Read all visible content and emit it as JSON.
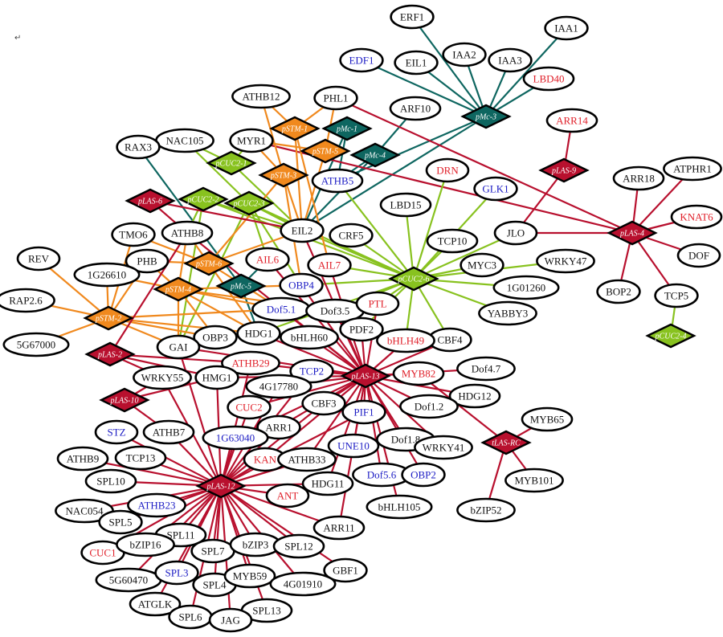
{
  "corner_mark": "↵",
  "colors": {
    "orange": "#f0891e",
    "teal": "#0e6660",
    "green": "#88c21f",
    "red": "#b8102e",
    "text_black": "#111111",
    "text_red": "#e0202a",
    "text_blue": "#1c1cc4"
  },
  "hubs": [
    {
      "id": "pMc-3",
      "type": "teal"
    },
    {
      "id": "pMc-1",
      "type": "teal"
    },
    {
      "id": "pMc-4",
      "type": "teal"
    },
    {
      "id": "pMc-5",
      "type": "teal"
    },
    {
      "id": "pSTM-1",
      "type": "orange"
    },
    {
      "id": "pSTM-5",
      "type": "orange"
    },
    {
      "id": "pSTM-3",
      "type": "orange"
    },
    {
      "id": "pSTM-6",
      "type": "orange"
    },
    {
      "id": "pSTM-4",
      "type": "orange"
    },
    {
      "id": "pSTM-2",
      "type": "orange"
    },
    {
      "id": "pCUC2-1",
      "type": "green"
    },
    {
      "id": "pCUC2-2",
      "type": "green"
    },
    {
      "id": "pCUC2-3",
      "type": "green"
    },
    {
      "id": "pCUC2-6",
      "type": "green"
    },
    {
      "id": "pCUC2-4",
      "type": "green"
    },
    {
      "id": "pLAS-9",
      "type": "red"
    },
    {
      "id": "pLAS-4",
      "type": "red"
    },
    {
      "id": "pLAS-6",
      "type": "red"
    },
    {
      "id": "pLAS-2",
      "type": "red"
    },
    {
      "id": "pLAS-10",
      "type": "red"
    },
    {
      "id": "pLAS-13",
      "type": "red"
    },
    {
      "id": "tLAS-RC",
      "type": "red"
    },
    {
      "id": "pLAS-12",
      "type": "red"
    }
  ],
  "nodes": [
    {
      "id": "ERF1",
      "c": "black"
    },
    {
      "id": "IAA1",
      "c": "black"
    },
    {
      "id": "EDF1",
      "c": "blue"
    },
    {
      "id": "EIL1",
      "c": "black"
    },
    {
      "id": "IAA2",
      "c": "black"
    },
    {
      "id": "IAA3",
      "c": "black"
    },
    {
      "id": "LBD40",
      "c": "red"
    },
    {
      "id": "ARF10",
      "c": "black"
    },
    {
      "id": "ATHB12",
      "c": "black"
    },
    {
      "id": "PHL1",
      "c": "black"
    },
    {
      "id": "NAC105",
      "c": "black"
    },
    {
      "id": "MYR1",
      "c": "black"
    },
    {
      "id": "RAX3",
      "c": "black"
    },
    {
      "id": "ATHB5",
      "c": "blue"
    },
    {
      "id": "ARR14",
      "c": "red"
    },
    {
      "id": "DRN",
      "c": "red"
    },
    {
      "id": "GLK1",
      "c": "blue"
    },
    {
      "id": "LBD15",
      "c": "black"
    },
    {
      "id": "ARR18",
      "c": "black"
    },
    {
      "id": "ATPHR1",
      "c": "black"
    },
    {
      "id": "KNAT6",
      "c": "red"
    },
    {
      "id": "DOF",
      "c": "black"
    },
    {
      "id": "TCP5",
      "c": "black"
    },
    {
      "id": "BOP2",
      "c": "black"
    },
    {
      "id": "JLO",
      "c": "black"
    },
    {
      "id": "TCP10",
      "c": "black"
    },
    {
      "id": "EIL2",
      "c": "black"
    },
    {
      "id": "CRF5",
      "c": "black"
    },
    {
      "id": "TMO6",
      "c": "black"
    },
    {
      "id": "ATHB8",
      "c": "black"
    },
    {
      "id": "REV",
      "c": "black"
    },
    {
      "id": "PHB",
      "c": "black"
    },
    {
      "id": "1G26610",
      "c": "black"
    },
    {
      "id": "AIL6",
      "c": "red"
    },
    {
      "id": "AIL7",
      "c": "red"
    },
    {
      "id": "OBP4",
      "c": "blue"
    },
    {
      "id": "MYC3",
      "c": "black"
    },
    {
      "id": "WRKY47",
      "c": "black"
    },
    {
      "id": "1G01260",
      "c": "black"
    },
    {
      "id": "YABBY3",
      "c": "black"
    },
    {
      "id": "RAP2.6",
      "c": "black"
    },
    {
      "id": "5G67000",
      "c": "black"
    },
    {
      "id": "Dof5.1",
      "c": "blue"
    },
    {
      "id": "Dof3.5",
      "c": "black"
    },
    {
      "id": "PTL",
      "c": "red"
    },
    {
      "id": "OBP3",
      "c": "black"
    },
    {
      "id": "HDG1",
      "c": "black"
    },
    {
      "id": "bHLH60",
      "c": "black"
    },
    {
      "id": "PDF2",
      "c": "black"
    },
    {
      "id": "GAI",
      "c": "black"
    },
    {
      "id": "CBF4",
      "c": "black"
    },
    {
      "id": "bHLH49",
      "c": "red"
    },
    {
      "id": "ATHB29",
      "c": "red"
    },
    {
      "id": "TCP2",
      "c": "blue"
    },
    {
      "id": "WRKY55",
      "c": "black"
    },
    {
      "id": "HMG1",
      "c": "black"
    },
    {
      "id": "4G17780",
      "c": "black"
    },
    {
      "id": "Dof4.7",
      "c": "black"
    },
    {
      "id": "MYB82",
      "c": "red"
    },
    {
      "id": "HDG12",
      "c": "black"
    },
    {
      "id": "CUC2",
      "c": "red"
    },
    {
      "id": "CBF3",
      "c": "black"
    },
    {
      "id": "PIF1",
      "c": "blue"
    },
    {
      "id": "Dof1.2",
      "c": "black"
    },
    {
      "id": "ARR1",
      "c": "black"
    },
    {
      "id": "STZ",
      "c": "blue"
    },
    {
      "id": "ATHB7",
      "c": "black"
    },
    {
      "id": "1G63040",
      "c": "blue"
    },
    {
      "id": "MYB65",
      "c": "black"
    },
    {
      "id": "Dof1.8",
      "c": "black"
    },
    {
      "id": "WRKY41",
      "c": "black"
    },
    {
      "id": "UNE10",
      "c": "blue"
    },
    {
      "id": "ATHB9",
      "c": "black"
    },
    {
      "id": "TCP13",
      "c": "black"
    },
    {
      "id": "KAN",
      "c": "red"
    },
    {
      "id": "ATHB33",
      "c": "black"
    },
    {
      "id": "Dof5.6",
      "c": "blue"
    },
    {
      "id": "OBP2",
      "c": "blue"
    },
    {
      "id": "MYB101",
      "c": "black"
    },
    {
      "id": "SPL10",
      "c": "black"
    },
    {
      "id": "HDG11",
      "c": "black"
    },
    {
      "id": "ANT",
      "c": "red"
    },
    {
      "id": "NAC054",
      "c": "black"
    },
    {
      "id": "ATHB23",
      "c": "blue"
    },
    {
      "id": "SPL5",
      "c": "black"
    },
    {
      "id": "bHLH105",
      "c": "black"
    },
    {
      "id": "ARR11",
      "c": "black"
    },
    {
      "id": "bZIP52",
      "c": "black"
    },
    {
      "id": "SPL11",
      "c": "black"
    },
    {
      "id": "CUC1",
      "c": "red"
    },
    {
      "id": "bZIP16",
      "c": "black"
    },
    {
      "id": "SPL7",
      "c": "black"
    },
    {
      "id": "bZIP3",
      "c": "black"
    },
    {
      "id": "SPL12",
      "c": "black"
    },
    {
      "id": "GBF1",
      "c": "black"
    },
    {
      "id": "5G60470",
      "c": "black"
    },
    {
      "id": "SPL3",
      "c": "blue"
    },
    {
      "id": "SPL4",
      "c": "black"
    },
    {
      "id": "MYB59",
      "c": "black"
    },
    {
      "id": "4G01910",
      "c": "black"
    },
    {
      "id": "ATGLK",
      "c": "black"
    },
    {
      "id": "SPL13",
      "c": "black"
    },
    {
      "id": "SPL6",
      "c": "black"
    },
    {
      "id": "JAG",
      "c": "black"
    }
  ],
  "edges": {
    "pMc-3": [
      "ERF1",
      "EDF1",
      "EIL1",
      "IAA2",
      "IAA3",
      "IAA1",
      "LBD40",
      "EIL2",
      "ATHB5"
    ],
    "pMc-1": [
      "ATHB5",
      "EIL2"
    ],
    "pMc-4": [
      "ARF10",
      "EIL2",
      "ATHB5"
    ],
    "pMc-5": [
      "AIL6",
      "HDG1",
      "RAX3"
    ],
    "pLAS-9": [
      "ARR14",
      "JLO"
    ],
    "pLAS-4": [
      "ARR18",
      "ATPHR1",
      "KNAT6",
      "DOF",
      "TCP5",
      "BOP2",
      "JLO",
      "PHL1",
      "MYR1"
    ],
    "pCUC2-4": [
      "TCP5"
    ],
    "pCUC2-6": [
      "DRN",
      "GLK1",
      "LBD15",
      "TCP10",
      "JLO",
      "MYC3",
      "WRKY47",
      "1G01260",
      "YABBY3",
      "CBF4",
      "bHLH49",
      "PTL",
      "AIL7",
      "OBP4",
      "ATHB5",
      "EIL2",
      "Dof3.5",
      "PDF2",
      "CRF5",
      "pCUC2-3",
      "pCUC2-2",
      "HDG1"
    ],
    "pCUC2-1": [
      "NAC105",
      "EIL2",
      "MYR1"
    ],
    "pCUC2-2": [
      "ATHB8",
      "EIL2",
      "GAI"
    ],
    "pCUC2-3": [
      "NAC105",
      "EIL2",
      "AIL6",
      "OBP4",
      "GAI"
    ],
    "pSTM-1": [
      "ATHB12",
      "PHL1",
      "EIL2",
      "AIL7"
    ],
    "pSTM-5": [
      "PHL1",
      "EIL2",
      "MYR1"
    ],
    "pSTM-3": [
      "ATHB12",
      "MYR1",
      "EIL2",
      "OBP4",
      "pSTM-6"
    ],
    "pSTM-6": [
      "TMO6",
      "ATHB8",
      "PHB",
      "EIL2",
      "Dof5.1",
      "HDG1"
    ],
    "pSTM-4": [
      "PHB",
      "ATHB8",
      "1G26610",
      "OBP4",
      "Dof3.5",
      "GAI",
      "OBP3",
      "HDG1",
      "Dof5.1"
    ],
    "pSTM-2": [
      "REV",
      "RAP2.6",
      "5G67000",
      "1G26610",
      "PHB",
      "TMO6",
      "Dof5.1",
      "GAI",
      "HDG1",
      "OBP3"
    ],
    "pLAS-6": [
      "ATHB8",
      "EIL2"
    ],
    "pLAS-2": [
      "ATHB8",
      "ATHB29",
      "HMG1",
      "WRKY55"
    ],
    "pLAS-10": [
      "HMG1",
      "ATHB7",
      "WRKY55"
    ],
    "pLAS-13": [
      "EIL2",
      "AIL6",
      "AIL7",
      "OBP4",
      "Dof5.1",
      "Dof3.5",
      "PTL",
      "PDF2",
      "bHLH60",
      "HDG1",
      "ATHB29",
      "TCP2",
      "4G17780",
      "HMG1",
      "CUC2",
      "CBF3",
      "PIF1",
      "ARR1",
      "1G63040",
      "KAN",
      "ATHB33",
      "UNE10",
      "Dof1.8",
      "WRKY41",
      "Dof5.6",
      "OBP2",
      "bHLH105",
      "Dof1.2",
      "HDG12",
      "MYB82",
      "Dof4.7",
      "CBF4",
      "bHLH49",
      "ATHB8",
      "GAI",
      "HDG11",
      "ARR11"
    ],
    "tLAS-RC": [
      "MYB65",
      "MYB101",
      "bZIP52",
      "MYB82"
    ],
    "pLAS-12": [
      "ATHB29",
      "WRKY55",
      "HMG1",
      "ATHB7",
      "STZ",
      "ATHB9",
      "TCP13",
      "SPL10",
      "ATHB23",
      "NAC054",
      "SPL5",
      "SPL11",
      "bZIP16",
      "CUC1",
      "5G60470",
      "SPL3",
      "SPL7",
      "SPL4",
      "ATGLK",
      "SPL6",
      "JAG",
      "MYB59",
      "bZIP3",
      "SPL13",
      "4G01910",
      "SPL12",
      "GBF1",
      "ARR11",
      "ANT",
      "HDG11",
      "ATHB33",
      "KAN",
      "1G63040",
      "ARR1",
      "CUC2",
      "4G17780",
      "CBF3",
      "TCP2",
      "PIF1",
      "UNE10",
      "GAI"
    ]
  }
}
